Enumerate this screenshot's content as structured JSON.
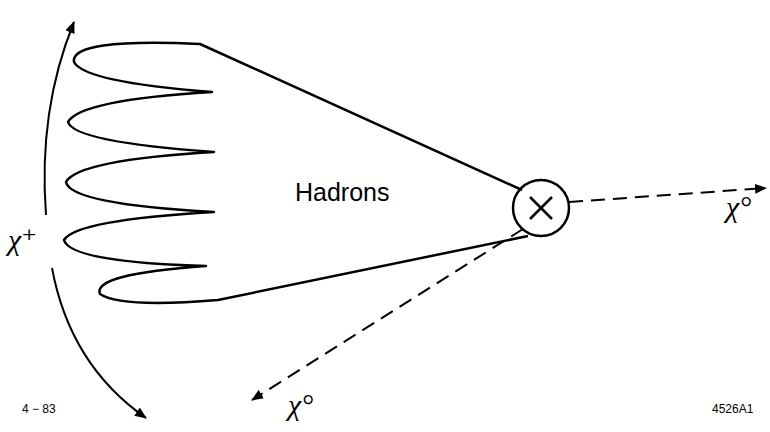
{
  "diagram": {
    "nodes": [
      {
        "text": [
          "Hadrons"
        ]
      }
    ],
    "labels": [
      "χ°",
      "χ°",
      "χ⁺",
      "4 − 83",
      "4526A1"
    ]
  }
}
